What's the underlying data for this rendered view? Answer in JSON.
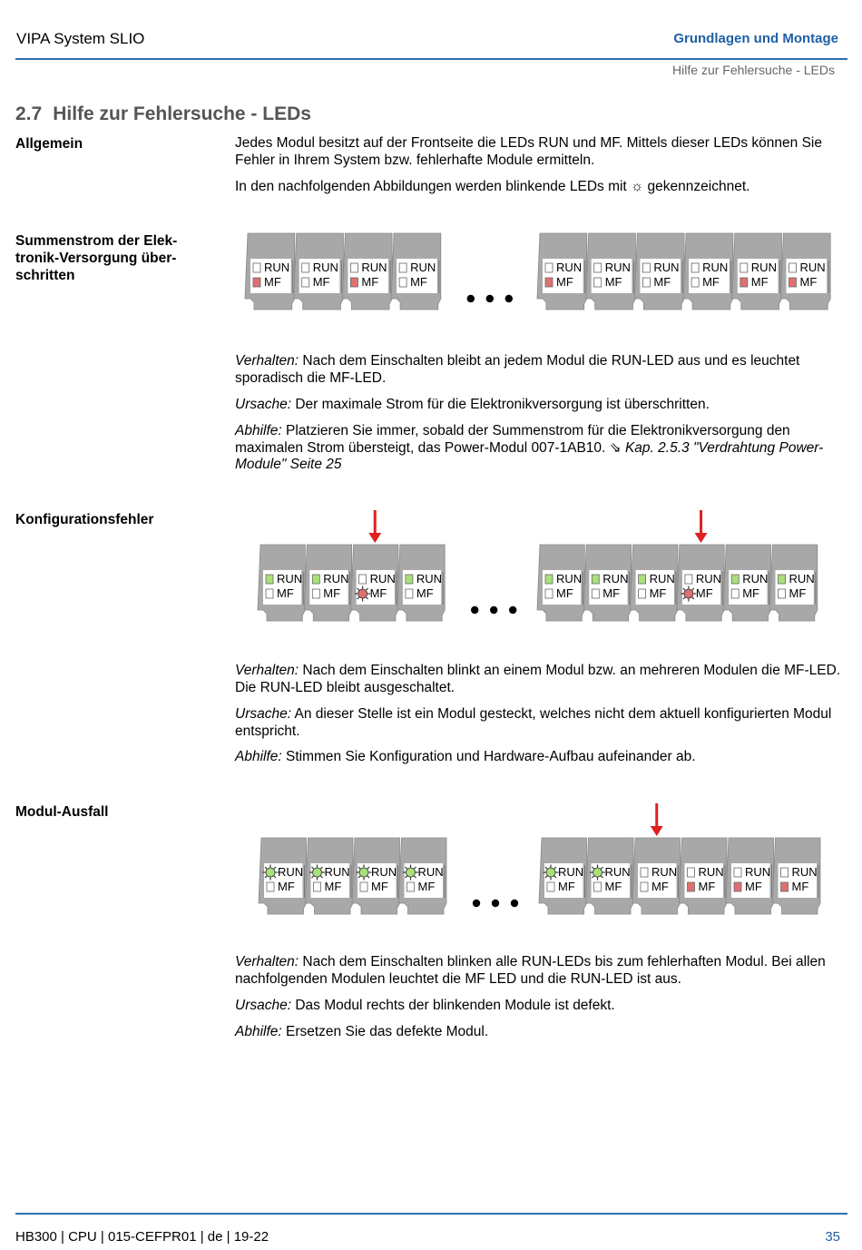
{
  "header": {
    "left": "VIPA System SLIO",
    "right": "Grundlagen und Montage",
    "sub": "Hilfe zur Fehlersuche - LEDs"
  },
  "section": {
    "number": "2.7",
    "title": "Hilfe zur Fehlersuche - LEDs"
  },
  "allgemein": {
    "label": "Allgemein",
    "p1": "Jedes Modul besitzt auf der Frontseite die LEDs RUN und MF. Mittels dieser LEDs können Sie Fehler in Ihrem System bzw. fehlerhafte Module ermitteln.",
    "p2": "In den nachfolgenden Abbildungen werden blinkende LEDs mit ☼ gekennzeichnet."
  },
  "led_labels": {
    "run": "RUN",
    "mf": "MF"
  },
  "colors": {
    "accent": "#1f5fa3",
    "led_red": "#e07070",
    "led_green": "#a8e07a",
    "arrow": "#e02020",
    "module": "#a8a8a8"
  },
  "cases": [
    {
      "label": "Summenstrom der Elek-tronik-Versorgung über-schritten",
      "label_lines": [
        "Summenstrom der Elek-",
        "tronik-Versorgung über-",
        "schritten"
      ],
      "verhalten_label": "Verhalten:",
      "verhalten": " Nach dem Einschalten bleibt an jedem Modul die RUN-LED aus und es leuchtet sporadisch die MF-LED.",
      "ursache_label": "Ursache:",
      "ursache": " Der maximale Strom für die Elektronikversorgung ist überschritten.",
      "abhilfe_label": "Abhilfe:",
      "abhilfe": " Platzieren Sie immer, sobald der Summenstrom für die Elektronikversorgung den maximalen Strom übersteigt, das Power-Modul 007-1AB10. ",
      "abhilfe_link": "⇘ Kap. 2.5.3 \"Verdrahtung Power-Module\" Seite 25"
    },
    {
      "label": "Konfigurationsfehler",
      "verhalten_label": "Verhalten:",
      "verhalten": " Nach dem Einschalten blinkt an einem Modul bzw. an mehreren Modulen die MF-LED. Die RUN-LED bleibt ausgeschaltet.",
      "ursache_label": "Ursache:",
      "ursache": " An dieser Stelle ist ein Modul gesteckt, welches nicht dem aktuell konfigurierten Modul entspricht.",
      "abhilfe_label": "Abhilfe:",
      "abhilfe": " Stimmen Sie Konfiguration und Hardware-Aufbau aufeinander ab."
    },
    {
      "label": "Modul-Ausfall",
      "verhalten_label": "Verhalten:",
      "verhalten": " Nach dem Einschalten blinken alle RUN-LEDs bis zum fehlerhaften Modul. Bei allen nachfolgenden Modulen leuchtet die MF LED und die RUN-LED ist aus.",
      "ursache_label": "Ursache:",
      "ursache": " Das Modul rechts der blinkenden Module ist defekt.",
      "abhilfe_label": "Abhilfe:",
      "abhilfe": " Ersetzen Sie das defekte Modul."
    }
  ],
  "diagrams": [
    {
      "left_group": [
        {
          "run": "off",
          "mf": "on"
        },
        {
          "run": "off",
          "mf": "off"
        },
        {
          "run": "off",
          "mf": "on"
        },
        {
          "run": "off",
          "mf": "off"
        }
      ],
      "right_group": [
        {
          "run": "off",
          "mf": "on"
        },
        {
          "run": "off",
          "mf": "off"
        },
        {
          "run": "off",
          "mf": "off"
        },
        {
          "run": "off",
          "mf": "off"
        },
        {
          "run": "off",
          "mf": "on"
        },
        {
          "run": "off",
          "mf": "on"
        }
      ],
      "arrows_left": [],
      "arrows_right": []
    },
    {
      "left_group": [
        {
          "run": "on",
          "mf": "off"
        },
        {
          "run": "on",
          "mf": "off"
        },
        {
          "run": "off",
          "mf": "blink"
        },
        {
          "run": "on",
          "mf": "off"
        }
      ],
      "right_group": [
        {
          "run": "on",
          "mf": "off"
        },
        {
          "run": "on",
          "mf": "off"
        },
        {
          "run": "on",
          "mf": "off"
        },
        {
          "run": "off",
          "mf": "blink"
        },
        {
          "run": "on",
          "mf": "off"
        },
        {
          "run": "on",
          "mf": "off"
        }
      ],
      "arrows_left": [
        2
      ],
      "arrows_right": [
        3
      ]
    },
    {
      "left_group": [
        {
          "run": "blink",
          "mf": "off"
        },
        {
          "run": "blink",
          "mf": "off"
        },
        {
          "run": "blink",
          "mf": "off"
        },
        {
          "run": "blink",
          "mf": "off"
        }
      ],
      "right_group": [
        {
          "run": "blink",
          "mf": "off"
        },
        {
          "run": "blink",
          "mf": "off"
        },
        {
          "run": "off",
          "mf": "off"
        },
        {
          "run": "off",
          "mf": "on"
        },
        {
          "run": "off",
          "mf": "on"
        },
        {
          "run": "off",
          "mf": "on"
        }
      ],
      "arrows_left": [],
      "arrows_right": [
        2
      ]
    }
  ],
  "footer": {
    "left": "HB300 | CPU | 015-CEFPR01 | de | 19-22",
    "page": "35"
  }
}
